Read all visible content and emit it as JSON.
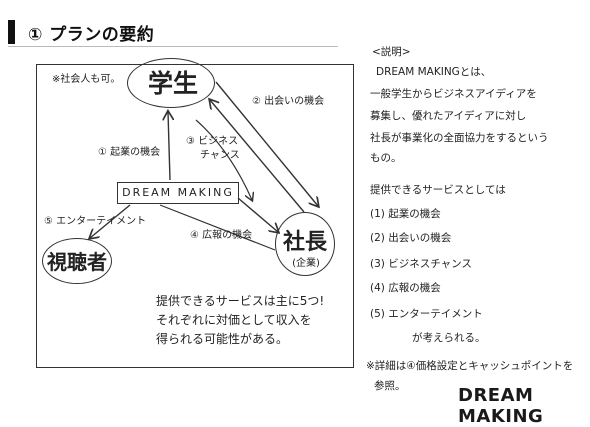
{
  "header": {
    "title": "① プランの要約"
  },
  "diagram": {
    "nodes": {
      "student": "学生",
      "dream_making": "DREAM MAKING",
      "president": "社長",
      "company": "(企業)",
      "viewer": "視聴者"
    },
    "note_top_left": "※社会人も可。",
    "labels": {
      "meeting_opportunity": "② 出会いの機会",
      "startup_opportunity": "① 起業の機会",
      "business_chance": [
        "③ ビジネス",
        "チャンス"
      ],
      "entertainment": "⑤ エンターテイメント",
      "pr_opportunity": "④ 広報の機会"
    },
    "memo_lines": [
      "提供できるサービスは主に5つ!",
      "それぞれに対価として収入を",
      "得られる可能性がある。"
    ]
  },
  "explanation": {
    "heading": "<説明>",
    "lines": [
      "DREAM MAKINGとは、",
      "一般学生からビジネスアイディアを",
      "募集し、優れたアイディアに対し",
      "社長が事業化の全面協力をするという",
      "もの。"
    ]
  },
  "services": {
    "heading": "提供できるサービスとしては",
    "items": [
      "(1) 起業の機会",
      "(2) 出会いの機会",
      "(3) ビジネスチャンス",
      "(4) 広報の機会",
      "(5) エンターテイメント"
    ],
    "conclusion": "が考えられる。"
  },
  "footnote": [
    "※詳細は④価格設定とキャッシュポイントを",
    "参照。"
  ],
  "brand": "DREAM MAKING"
}
